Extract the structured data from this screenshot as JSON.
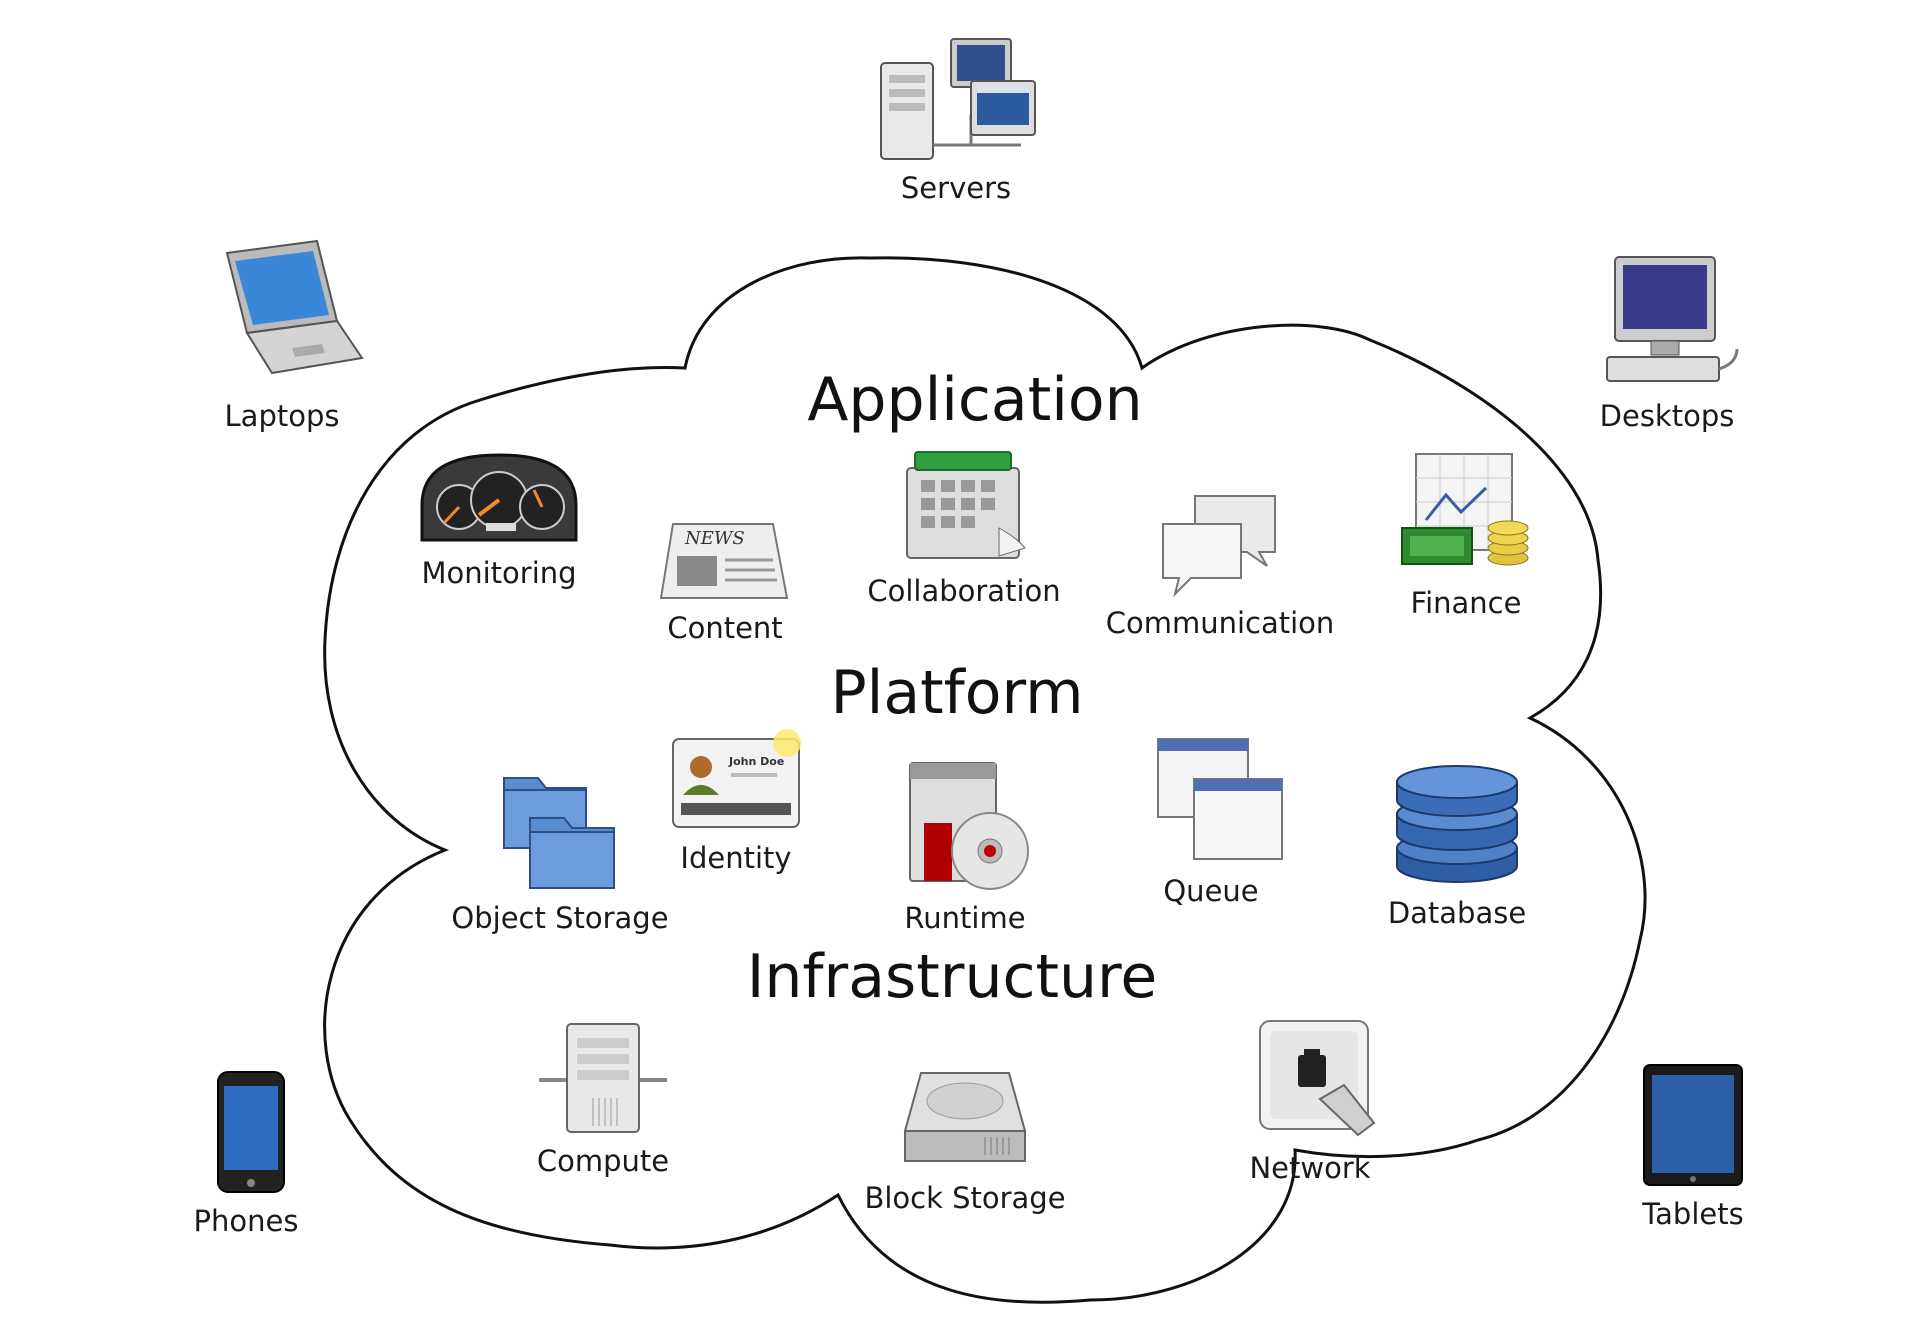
{
  "sections": {
    "application": "Application",
    "platform": "Platform",
    "infrastructure": "Infrastructure"
  },
  "clients": {
    "servers": {
      "label": "Servers",
      "icon": "servers-icon"
    },
    "laptops": {
      "label": "Laptops",
      "icon": "laptop-icon"
    },
    "desktops": {
      "label": "Desktops",
      "icon": "desktop-icon"
    },
    "phones": {
      "label": "Phones",
      "icon": "phone-icon"
    },
    "tablets": {
      "label": "Tablets",
      "icon": "tablet-icon"
    }
  },
  "application": {
    "monitoring": {
      "label": "Monitoring",
      "icon": "dashboard-gauge-icon"
    },
    "content": {
      "label": "Content",
      "icon": "newspaper-icon",
      "icon_text": "NEWS"
    },
    "collaboration": {
      "label": "Collaboration",
      "icon": "calendar-icon"
    },
    "communication": {
      "label": "Communication",
      "icon": "chat-bubbles-icon"
    },
    "finance": {
      "label": "Finance",
      "icon": "finance-chart-money-icon"
    }
  },
  "platform": {
    "object_storage": {
      "label": "Object Storage",
      "icon": "folders-icon"
    },
    "identity": {
      "label": "Identity",
      "icon": "id-card-icon",
      "icon_text": "John Doe"
    },
    "runtime": {
      "label": "Runtime",
      "icon": "runtime-disc-icon"
    },
    "queue": {
      "label": "Queue",
      "icon": "stacked-windows-icon"
    },
    "database": {
      "label": "Database",
      "icon": "database-cylinder-icon"
    }
  },
  "infrastructure": {
    "compute": {
      "label": "Compute",
      "icon": "compute-tower-icon"
    },
    "block_storage": {
      "label": "Block Storage",
      "icon": "hard-drive-icon"
    },
    "network": {
      "label": "Network",
      "icon": "network-jack-icon"
    }
  }
}
